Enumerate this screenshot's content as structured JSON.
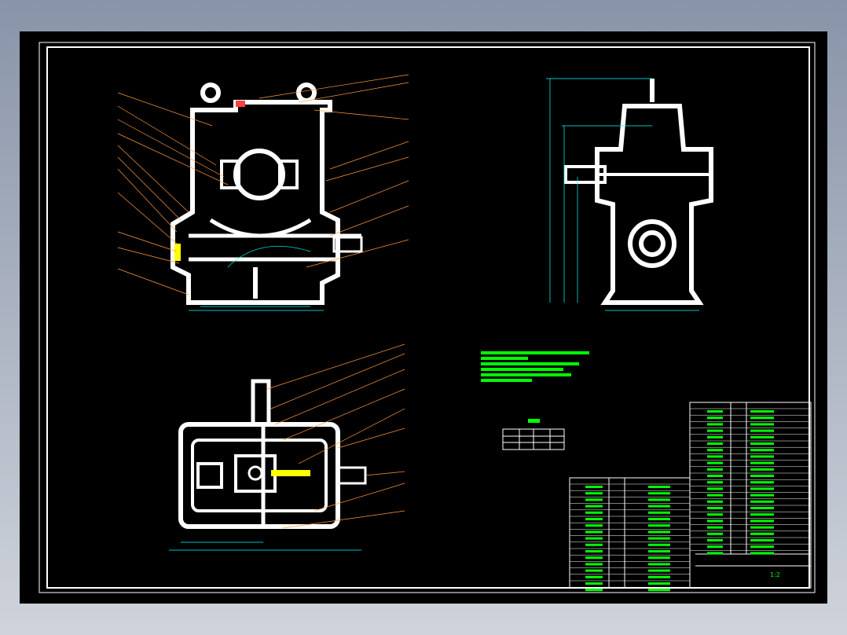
{
  "drawing": {
    "background_color": "#000000",
    "outline_color": "#ffffff",
    "annotation_color": "#00ff00",
    "leader_color": "#ff9a3c",
    "hatch_color": "#ffff00",
    "views": [
      "front-section-view",
      "side-view",
      "top-view"
    ],
    "scale_text": "1:2"
  }
}
